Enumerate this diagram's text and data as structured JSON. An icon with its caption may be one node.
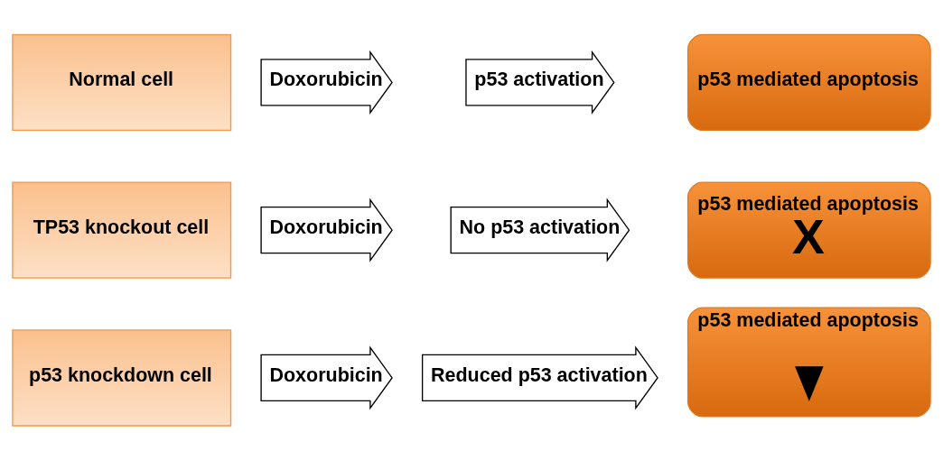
{
  "diagram": {
    "nodes": [
      {
        "text": [
          "Normal cell"
        ]
      },
      {
        "text": [
          "Doxorubicin"
        ]
      },
      {
        "text": [
          "p53 activation"
        ]
      },
      {
        "text": [
          "p53 mediated apoptosis"
        ]
      },
      {
        "text": [
          "TP53 knockout cell"
        ]
      },
      {
        "text": [
          "Doxorubicin"
        ]
      },
      {
        "text": [
          "No p53 activation"
        ]
      },
      {
        "text": [
          "p53 mediated apoptosis",
          "X"
        ]
      },
      {
        "text": [
          "p53 knockdown cell"
        ]
      },
      {
        "text": [
          "Doxorubicin"
        ]
      },
      {
        "text": [
          "Reduced p53 activation"
        ]
      },
      {
        "text": [
          "p53 mediated apoptosis"
        ]
      },
      {
        "text": [],
        "shape": "arrow",
        "in": 11
      }
    ]
  }
}
